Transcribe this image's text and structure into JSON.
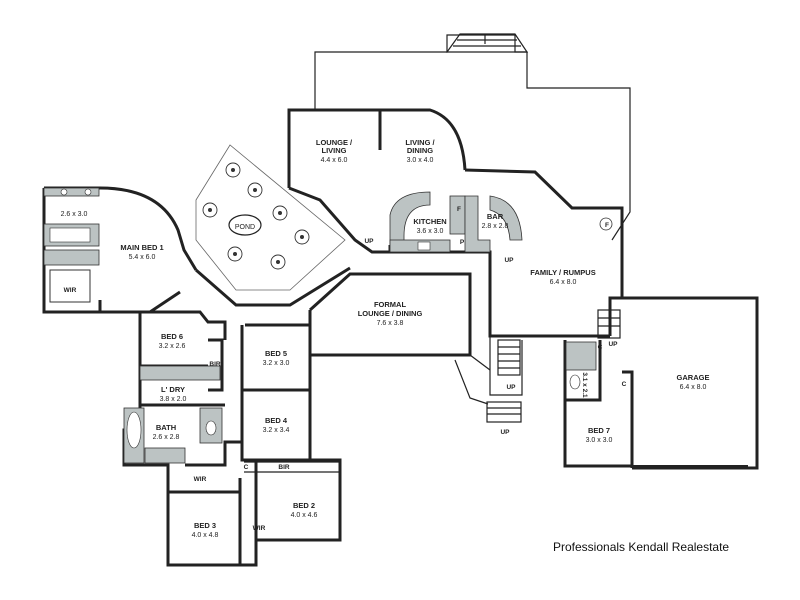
{
  "rooms": {
    "lounge_living": {
      "name": "LOUNGE /\nLIVING",
      "size": "4.4 x 6.0"
    },
    "living_dining": {
      "name": "LIVING /\nDINING",
      "size": "3.0 x 4.0"
    },
    "kitchen": {
      "name": "KITCHEN",
      "size": "3.6 x 3.0"
    },
    "bar": {
      "name": "BAR",
      "size": "2.8 x 2.8"
    },
    "family_rumpus": {
      "name": "FAMILY / RUMPUS",
      "size": "6.4 x 8.0"
    },
    "main_bed": {
      "name": "MAIN BED 1",
      "size": "5.4 x 6.0"
    },
    "ensuite": {
      "size": "2.6 x 3.0"
    },
    "formal": {
      "name": "FORMAL\nLOUNGE / DINING",
      "size": "7.6 x 3.8"
    },
    "bed6": {
      "name": "BED 6",
      "size": "3.2 x 2.6"
    },
    "laundry": {
      "name": "L' DRY",
      "size": "3.8 x 2.0"
    },
    "bath": {
      "name": "BATH",
      "size": "2.6 x 2.8"
    },
    "bed5": {
      "name": "BED 5",
      "size": "3.2 x 3.0"
    },
    "bed4": {
      "name": "BED 4",
      "size": "3.2 x 3.4"
    },
    "bed3": {
      "name": "BED 3",
      "size": "4.0 x 4.8"
    },
    "bed2": {
      "name": "BED 2",
      "size": "4.0 x 4.6"
    },
    "garage": {
      "name": "GARAGE",
      "size": "6.4 x 8.0"
    },
    "bed7": {
      "name": "BED 7",
      "size": "3.0 x 3.0"
    },
    "pond": {
      "name": "POND"
    }
  },
  "tags": {
    "wir": "WIR",
    "bir": "BIR",
    "up": "UP",
    "c": "C",
    "p": "P",
    "f": "F",
    "wc_vertical": "3.1 x 2.1"
  },
  "agency": "Professionals Kendall Realestate"
}
